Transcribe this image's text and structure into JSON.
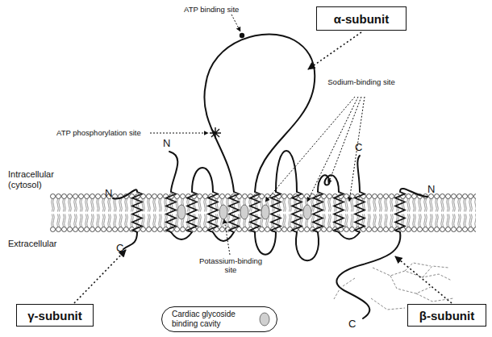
{
  "diagram": {
    "nodes": [
      {
        "text": [
          "α-subunit"
        ]
      },
      {
        "text": [
          "γ-subunit"
        ]
      },
      {
        "text": [
          "Cardiac glycoside binding cavity"
        ]
      },
      {
        "text": [
          "β-subunit"
        ]
      }
    ],
    "labels": [
      "ATP binding site",
      "ATP phosphorylation site",
      "Sodium-binding site",
      "N",
      "C",
      "N",
      "N",
      "Intracellular (cytosol)",
      "Extracellular",
      "C",
      "Potassium-binding site",
      "C"
    ]
  }
}
